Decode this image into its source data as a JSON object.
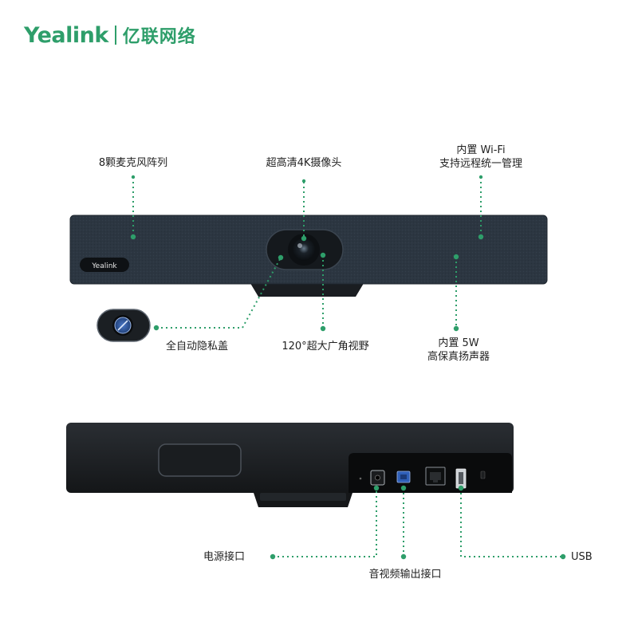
{
  "brand": {
    "name_en": "Yealink",
    "name_cn": "亿联网络"
  },
  "device_logo": "Yealink",
  "front_features": {
    "mic_array": "8颗麦克风阵列",
    "camera": "超高清4K摄像头",
    "wifi_line1": "内置 Wi-Fi",
    "wifi_line2": "支持远程统一管理",
    "privacy_cover": "全自动隐私盖",
    "wide_angle": "120°超大广角视野",
    "speaker_line1": "内置 5W",
    "speaker_line2": "高保真扬声器"
  },
  "rear_ports": {
    "power": "电源接口",
    "av_output": "音视频输出接口",
    "usb": "USB"
  },
  "colors": {
    "accent": "#2e9e6a",
    "device_body": "#2b3540",
    "rear_body": "#1c1f22"
  }
}
